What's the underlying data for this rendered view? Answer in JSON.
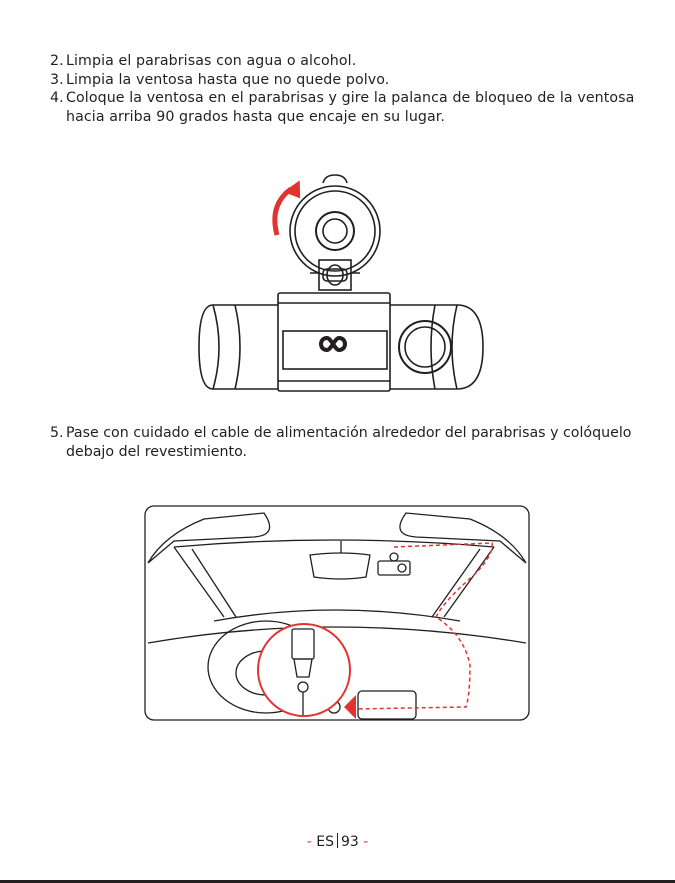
{
  "steps": [
    {
      "num": "2.",
      "text": "Limpia el parabrisas con agua o alcohol."
    },
    {
      "num": "3.",
      "text": "Limpia la ventosa hasta que no quede polvo."
    },
    {
      "num": "4.",
      "text": "Coloque la ventosa en el parabrisas y gire la palanca de bloqueo de la ventosa hacia arriba 90 grados hasta que encaje en su lugar."
    }
  ],
  "step5": {
    "num": "5.",
    "text": "Pase con cuidado el cable de alimentación alrededor del parabrisas y colóquelo debajo del revestimiento."
  },
  "footer": {
    "lang": "ES",
    "page": "93"
  },
  "colors": {
    "accent": "#e2342f",
    "text": "#231f20"
  },
  "icons": {
    "rotate_arrow": "curved-arrow-icon",
    "brand_logo": "infinity-logo-icon"
  }
}
